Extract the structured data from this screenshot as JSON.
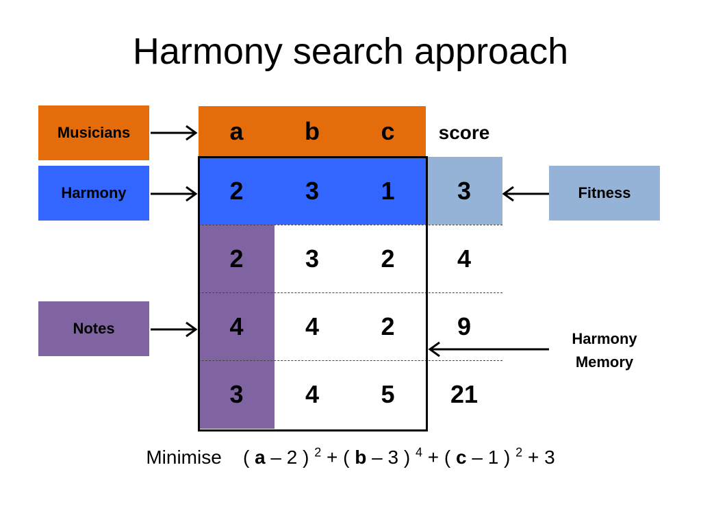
{
  "title": "Harmony search approach",
  "labels": {
    "musicians": "Musicians",
    "harmony": "Harmony",
    "notes": "Notes",
    "fitness": "Fitness",
    "harmony_memory_line1": "Harmony",
    "harmony_memory_line2": "Memory"
  },
  "table": {
    "headers": [
      "a",
      "b",
      "c"
    ],
    "score_header": "score",
    "rows": [
      {
        "values": [
          "2",
          "3",
          "1"
        ],
        "score": "3"
      },
      {
        "values": [
          "2",
          "3",
          "2"
        ],
        "score": "4"
      },
      {
        "values": [
          "4",
          "4",
          "2"
        ],
        "score": "9"
      },
      {
        "values": [
          "3",
          "4",
          "5"
        ],
        "score": "21"
      }
    ]
  },
  "formula": {
    "prefix": "Minimise",
    "p1_open": "( ",
    "var_a": "a",
    "p1_rest": " – 2 )",
    "exp1": "2",
    "p2_open": " + ( ",
    "var_b": "b",
    "p2_rest": " – 3 )",
    "exp2": "4",
    "p3_open": " + ( ",
    "var_c": "c",
    "p3_rest": " – 1 )",
    "exp3": "2",
    "suffix": " + 3"
  },
  "colors": {
    "orange": "#E46C0A",
    "blue": "#3366FF",
    "light_blue": "#95B3D7",
    "purple": "#8064A2",
    "white": "#FFFFFF"
  },
  "icons": [
    "arrow-right-icon",
    "arrow-left-icon"
  ]
}
